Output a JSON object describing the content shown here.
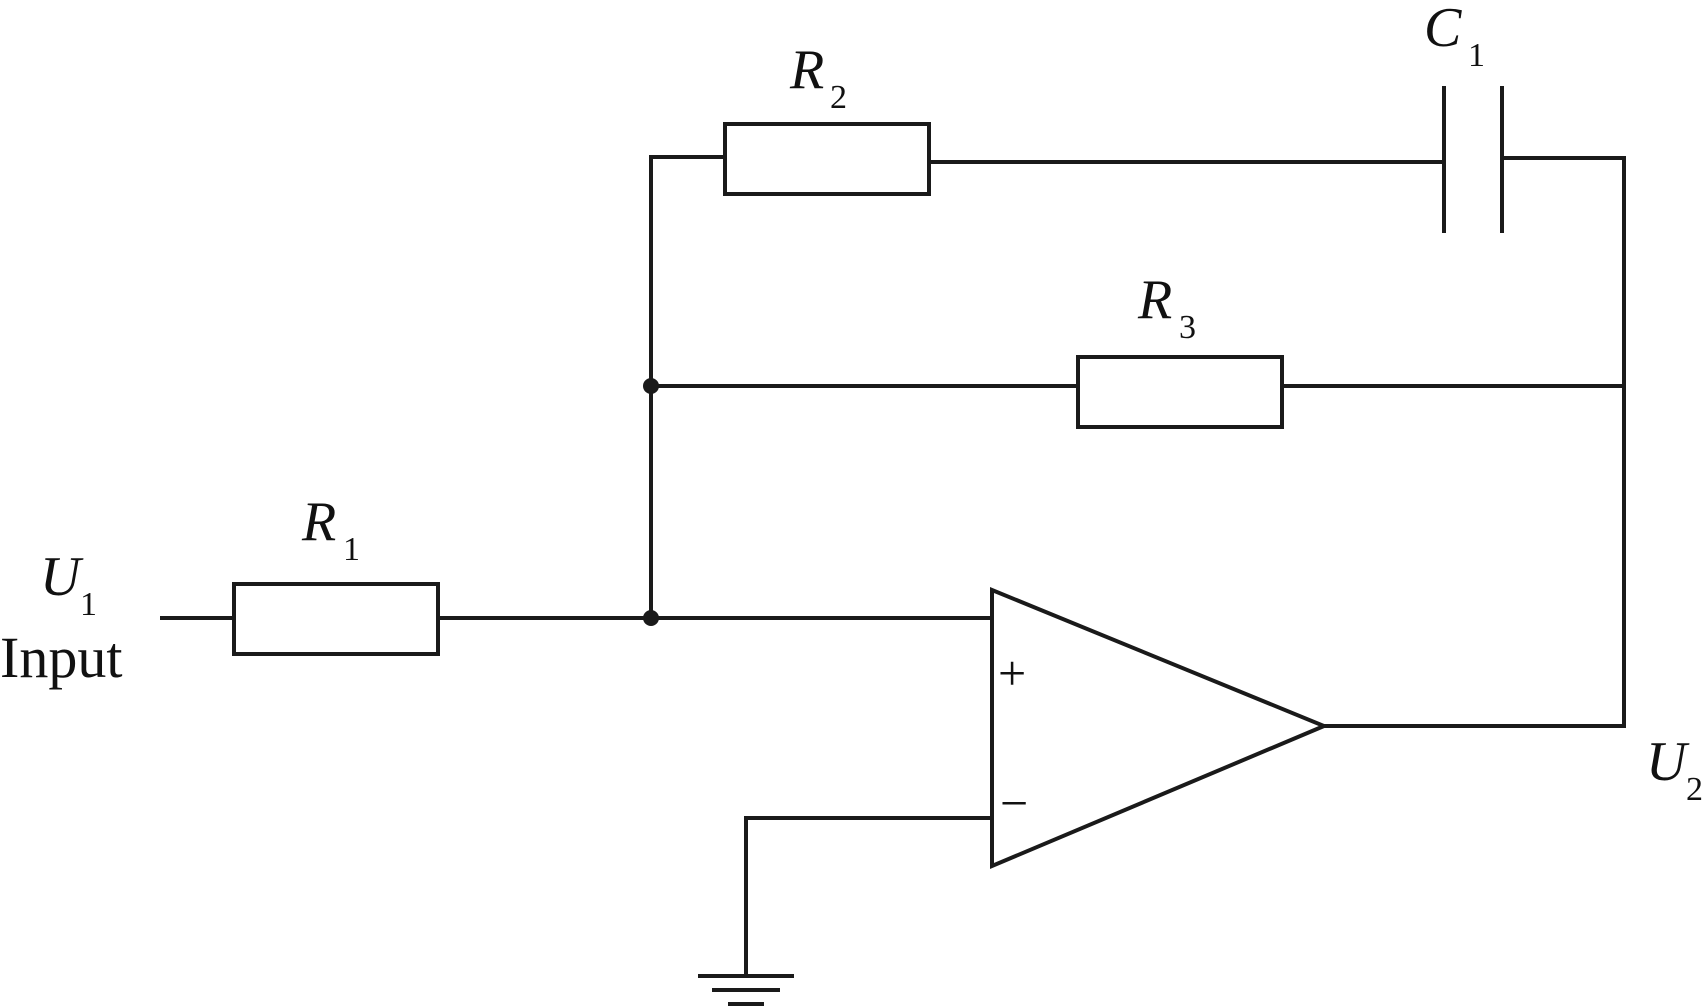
{
  "labels": {
    "input_symbol": "U",
    "input_sub": "1",
    "input_text": "Input",
    "output_symbol": "U",
    "output_sub": "2",
    "r1_symbol": "R",
    "r1_sub": "1",
    "r2_symbol": "R",
    "r2_sub": "2",
    "r3_symbol": "R",
    "r3_sub": "3",
    "c1_symbol": "C",
    "c1_sub": "1",
    "opamp_plus": "+",
    "opamp_minus": "−"
  }
}
